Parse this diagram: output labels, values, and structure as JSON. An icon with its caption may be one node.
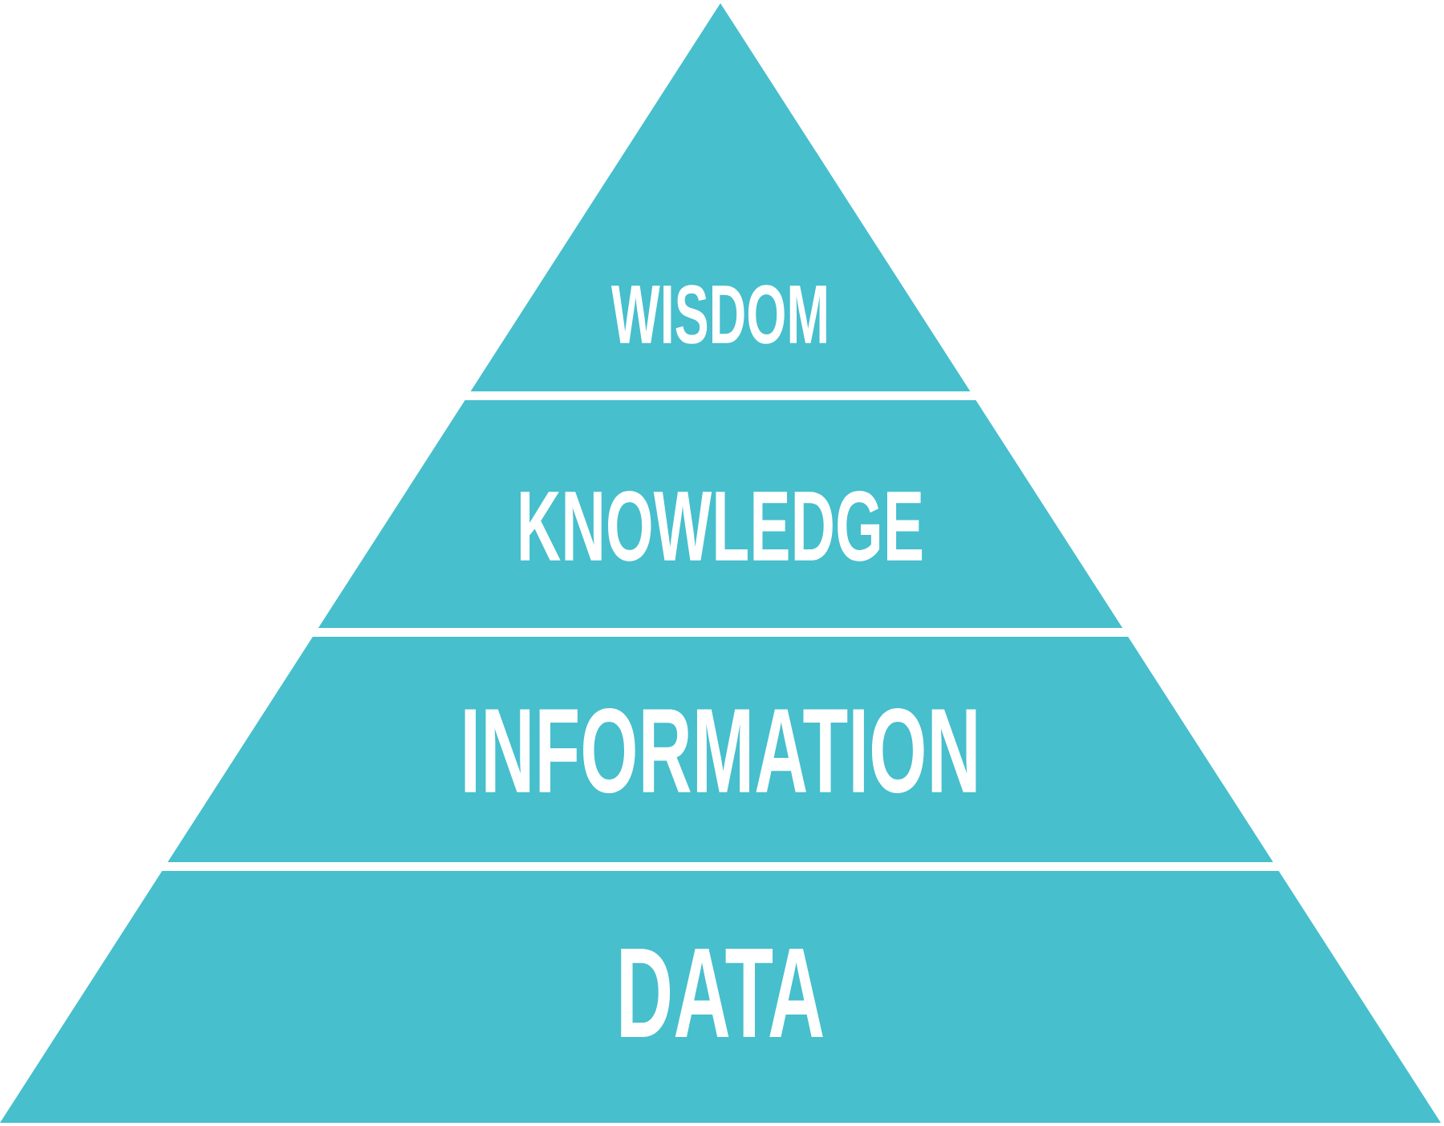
{
  "diagram": {
    "nodes": [
      {
        "text": [
          "WISDOM"
        ]
      },
      {
        "text": [
          "KNOWLEDGE"
        ]
      },
      {
        "text": [
          "INFORMATION"
        ]
      },
      {
        "text": [
          "DATA"
        ]
      }
    ]
  }
}
